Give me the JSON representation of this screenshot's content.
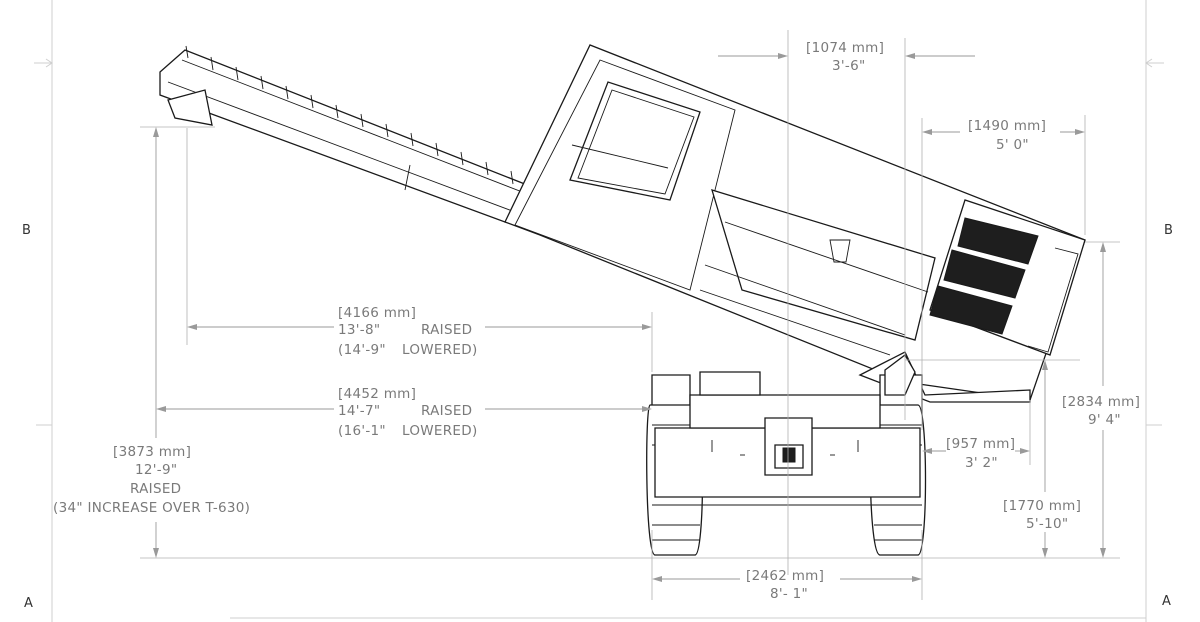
{
  "zones": {
    "b": "B",
    "a": "A"
  },
  "dimensions": {
    "top_width": {
      "line1": "[1074 mm]",
      "line2": "3'-6\""
    },
    "rear_offset": {
      "line1": "[1490 mm]",
      "line2": "5' 0\""
    },
    "raised_reach": {
      "line1": "[4166 mm]",
      "line2": "13'-8\"",
      "label2": "RAISED",
      "line3": "(14'-9\"",
      "label3": "LOWERED)"
    },
    "raised_reach2": {
      "line1": "[4452 mm]",
      "line2": "14'-7\"",
      "label2": "RAISED",
      "line3": "(16'-1\"",
      "label3": "LOWERED)"
    },
    "raised_height": {
      "line1": "[3873 mm]",
      "line2": "12'-9\"",
      "line3": "RAISED",
      "line4": "(34\" INCREASE OVER  T-630)"
    },
    "overall_height": {
      "line1": "[2834 mm]",
      "line2": "9' 4\""
    },
    "track_offset": {
      "line1": "[957 mm]",
      "line2": "3' 2\""
    },
    "lower_height": {
      "line1": "[1770 mm]",
      "line2": "5'-10\""
    },
    "overall_width": {
      "line1": "[2462 mm]",
      "line2": "8'- 1\""
    }
  }
}
